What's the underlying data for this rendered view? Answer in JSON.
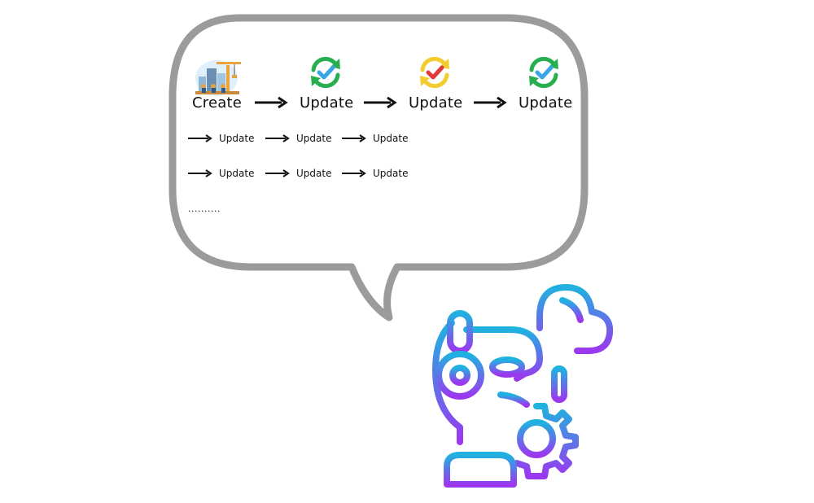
{
  "diagram": {
    "row1": [
      {
        "label": "Create",
        "icon": "construction-site-icon"
      },
      {
        "label": "Update",
        "icon": "sync-check-icon",
        "color": "#27ae4f"
      },
      {
        "label": "Update",
        "icon": "sync-check-icon",
        "color": "#f4cc2e"
      },
      {
        "label": "Update",
        "icon": "sync-check-icon",
        "color": "#27ae4f"
      }
    ],
    "row2": [
      "Update",
      "Update",
      "Update"
    ],
    "row3": [
      "Update",
      "Update",
      "Update"
    ],
    "ellipsis": ".........."
  },
  "colors": {
    "bubble_stroke": "#9b9b9b",
    "check_blue": "#3aa4e6",
    "check_red": "#e23a3a",
    "robot_top": "#1fb2e0",
    "robot_bottom": "#9b38ef"
  },
  "robot_icon": "robot-cloud-gear-icon"
}
